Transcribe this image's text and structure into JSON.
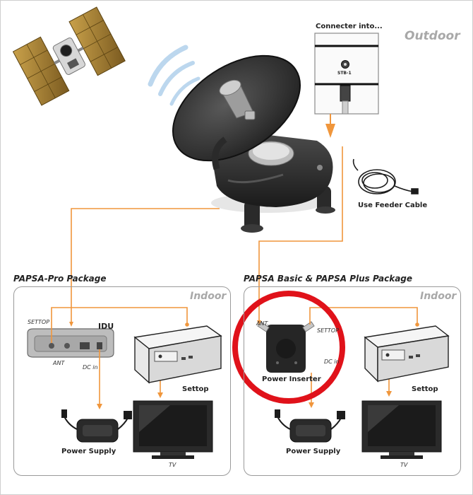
{
  "zones": {
    "outdoor": "Outdoor",
    "indoor_left": "Indoor",
    "indoor_right": "Indoor"
  },
  "connector": {
    "title": "Connecter into...",
    "port_label": "STB-1"
  },
  "feeder_cable": "Use Feeder Cable",
  "packages": {
    "pro": {
      "title": "PAPSA-Pro Package",
      "idu": "IDU",
      "settop_port": "SETTOP",
      "ant_port": "ANT",
      "dc_in": "DC in",
      "settop": "Settop",
      "power_supply": "Power Supply",
      "tv": "TV"
    },
    "basic": {
      "title": "PAPSA Basic & PAPSA Plus Package",
      "ant_port": "ANT.",
      "settop_port": "SETTOP",
      "power_inserter": "Power Inserter",
      "dc_in": "DC in",
      "settop": "Settop",
      "power_supply": "Power Supply",
      "tv": "TV"
    }
  },
  "colors": {
    "cable": "#f0963c",
    "highlight": "#e0121a",
    "zone_label": "#a8a8a8",
    "device_dark": "#2b2b2b"
  }
}
